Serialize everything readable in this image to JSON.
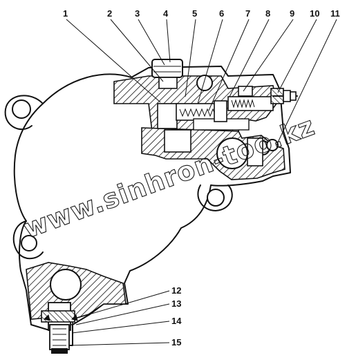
{
  "diagram": {
    "callouts": [
      {
        "id": "1",
        "label": "1"
      },
      {
        "id": "2",
        "label": "2"
      },
      {
        "id": "3",
        "label": "3"
      },
      {
        "id": "4",
        "label": "4"
      },
      {
        "id": "5",
        "label": "5"
      },
      {
        "id": "6",
        "label": "6"
      },
      {
        "id": "7",
        "label": "7"
      },
      {
        "id": "8",
        "label": "8"
      },
      {
        "id": "9",
        "label": "9"
      },
      {
        "id": "10",
        "label": "10"
      },
      {
        "id": "11",
        "label": "11"
      },
      {
        "id": "12",
        "label": "12"
      },
      {
        "id": "13",
        "label": "13"
      },
      {
        "id": "14",
        "label": "14"
      },
      {
        "id": "15",
        "label": "15"
      }
    ],
    "watermark": "www.sinhron-too.kz"
  }
}
